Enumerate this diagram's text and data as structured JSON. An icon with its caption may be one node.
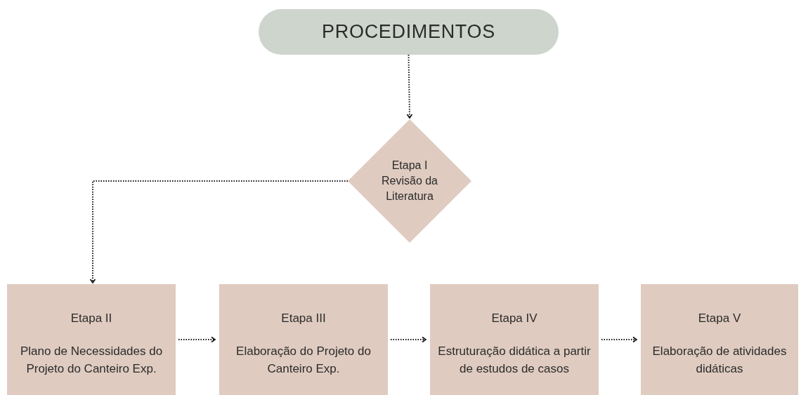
{
  "diagram": {
    "nodes": [
      {
        "text": [
          "PROCEDIMENTOS"
        ]
      },
      {
        "text": [
          "Etapa I",
          "Revisão da Literatura"
        ]
      },
      {
        "text": [
          "Etapa II",
          "Plano de Necessidades do Projeto do Canteiro Exp."
        ]
      },
      {
        "text": [
          "Etapa III",
          "Elaboração do Projeto do Canteiro Exp."
        ]
      },
      {
        "text": [
          "Etapa IV",
          "Estruturação didática a partir de estudos de casos"
        ]
      },
      {
        "text": [
          "Etapa V",
          "Elaboração de atividades didáticas"
        ]
      }
    ],
    "edges": [
      {
        "from": 0,
        "to": 1,
        "arrow": "to"
      },
      {
        "from": 1,
        "to": 2,
        "arrow": "to"
      },
      {
        "from": 2,
        "to": 3,
        "arrow": "to"
      },
      {
        "from": 3,
        "to": 4,
        "arrow": "to"
      },
      {
        "from": 4,
        "to": 5,
        "arrow": "to"
      }
    ]
  }
}
